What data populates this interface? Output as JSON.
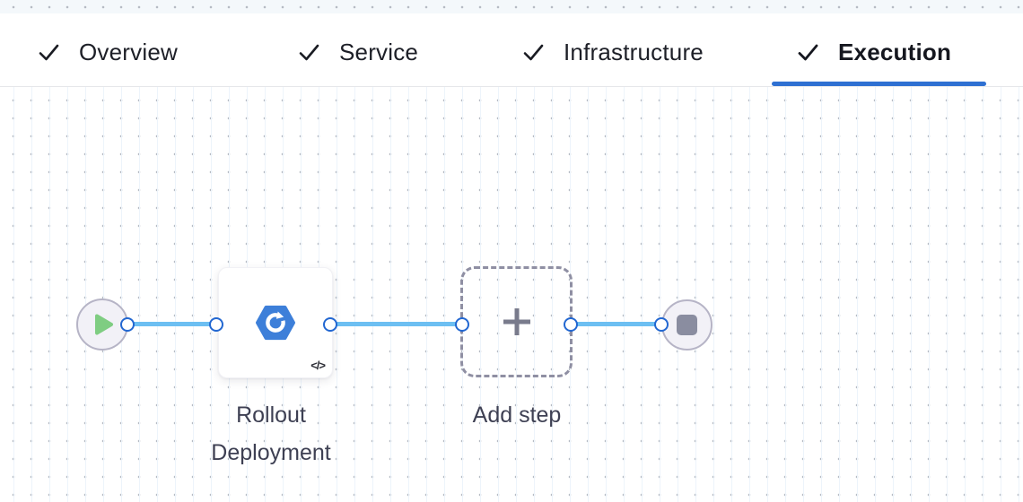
{
  "tabs": [
    {
      "label": "Overview",
      "checked": true,
      "active": false
    },
    {
      "label": "Service",
      "checked": true,
      "active": false
    },
    {
      "label": "Infrastructure",
      "checked": true,
      "active": false
    },
    {
      "label": "Execution",
      "checked": true,
      "active": true
    }
  ],
  "pipeline": {
    "start_node": {
      "type": "start",
      "icon": "play-icon"
    },
    "steps": [
      {
        "id": "rollout-deployment",
        "label": "Rollout Deployment",
        "icon": "k8s-rollout-icon",
        "code_badge": "</>"
      },
      {
        "id": "add-step",
        "label": "Add step",
        "icon": "plus-icon"
      }
    ],
    "end_node": {
      "type": "stop",
      "icon": "stop-icon"
    }
  },
  "colors": {
    "active_tab_underline": "#2e70d2",
    "connector_blue": "#6cbff2",
    "port_ring_blue": "#2267d1",
    "step_icon_blue": "#3d7fd9",
    "play_green": "#7fcd82",
    "stop_gray": "#8a8da0",
    "dashed_border_gray": "#8f8fa3",
    "canvas_dot_gray": "#b6bbc4"
  }
}
